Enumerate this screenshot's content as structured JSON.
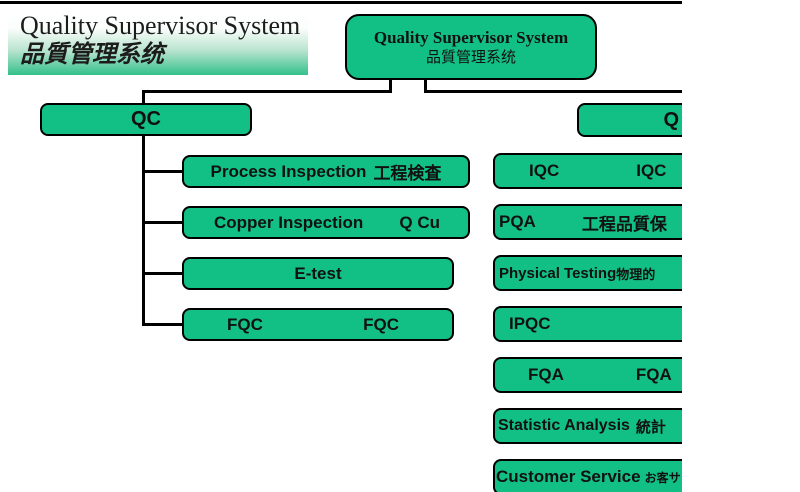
{
  "colors": {
    "box_fill": "#12bf85",
    "banner_green": "#33c08a",
    "line": "#000000"
  },
  "banner": {
    "title": "Quality Supervisor System",
    "subtitle": "品質管理系统"
  },
  "root_box": {
    "title": "Quality Supervisor System",
    "subtitle": "品質管理系统"
  },
  "qc_branch": {
    "parent_label": "QC",
    "children": [
      {
        "en": "Process Inspection",
        "jp": "工程検査"
      },
      {
        "en": "Copper Inspection",
        "jp": "Q Cu"
      },
      {
        "en": "E-test",
        "jp": ""
      },
      {
        "en": "FQC",
        "jp": "FQC"
      }
    ]
  },
  "qa_branch": {
    "parent_label": "Q",
    "children": [
      {
        "en": "IQC",
        "jp": "IQC"
      },
      {
        "en": "PQA",
        "jp": "工程品質保"
      },
      {
        "en": "Physical Testing",
        "jp": "物理的"
      },
      {
        "en": "IPQC",
        "jp": ""
      },
      {
        "en": "FQA",
        "jp": "FQA"
      },
      {
        "en": "Statistic Analysis",
        "jp": "統計"
      },
      {
        "en": "Customer Service",
        "jp": "お客サ"
      }
    ]
  }
}
